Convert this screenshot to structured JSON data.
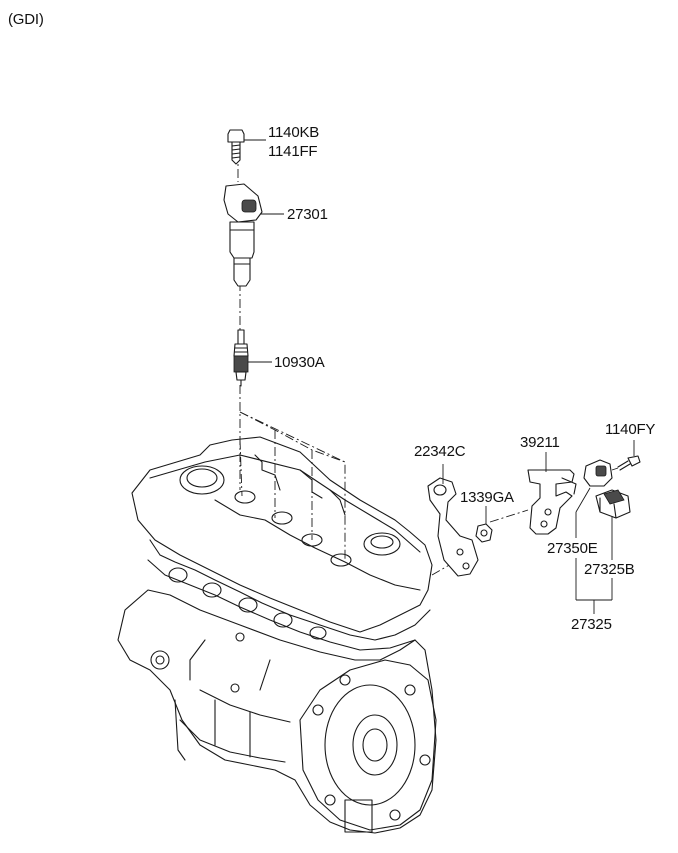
{
  "variant_label": "(GDI)",
  "parts": {
    "bolt_a": "1140KB",
    "bolt_b": "1141FF",
    "ignition_coil": "27301",
    "spark_plug": "10930A",
    "bracket_left": "22342C",
    "nut": "1339GA",
    "bracket_right": "39211",
    "screw": "1140FY",
    "sensor": "27350E",
    "connector": "27325B",
    "sensor_assembly": "27325"
  }
}
